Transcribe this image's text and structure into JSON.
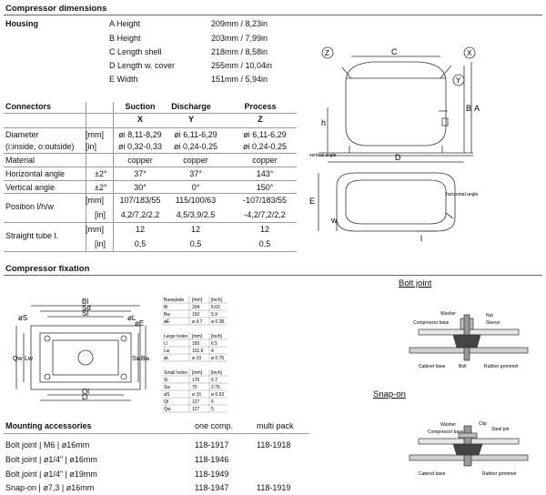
{
  "dimensions": {
    "title": "Compressor dimensions",
    "housing_label": "Housing",
    "items": [
      {
        "label": "A Height",
        "value": "209mm / 8,23in"
      },
      {
        "label": "B Height",
        "value": "203mm / 7,99in"
      },
      {
        "label": "C Length shell",
        "value": "218mm / 8,58in"
      },
      {
        "label": "D Length w. cover",
        "value": "255mm / 10,04in"
      },
      {
        "label": "E Width",
        "value": "151mm / 5,94in"
      }
    ]
  },
  "connectors": {
    "title": "Connectors",
    "columns": [
      {
        "name": "Suction",
        "letter": "X"
      },
      {
        "name": "Discharge",
        "letter": "Y"
      },
      {
        "name": "Process",
        "letter": "Z"
      }
    ],
    "rows": [
      {
        "label": "Diameter",
        "unit": "[mm]",
        "values": [
          "øi 8,11-8,29",
          "øi 6,11-6,29",
          "øi 6,11-6,29"
        ]
      },
      {
        "label": "(i:inside, o:outside)",
        "unit": "[in]",
        "values": [
          "øi 0,32-0,33",
          "øi 0,24-0,25",
          "øi 0,24-0,25"
        ]
      },
      {
        "label": "Material",
        "unit": "",
        "values": [
          "copper",
          "copper",
          "copper"
        ]
      },
      {
        "label": "Horizontal angle",
        "unit": "±2°",
        "values": [
          "37°",
          "37°",
          "143°"
        ]
      },
      {
        "label": "Vertical angle",
        "unit": "±2°",
        "values": [
          "30°",
          "0°",
          "150°"
        ]
      },
      {
        "label": "Position l/h/w",
        "unit": "[mm]",
        "values": [
          "107/183/55",
          "115/100/63",
          "-107/183/55"
        ]
      },
      {
        "label": "",
        "unit": "[in]",
        "values": [
          "4,2/7,2/2,2",
          "4,5/3,9/2,5",
          "-4,2/7,2/2,2"
        ]
      },
      {
        "label": "Straight tube l.",
        "unit": "[mm]",
        "values": [
          "12",
          "12",
          "12"
        ]
      },
      {
        "label": "",
        "unit": "[in]",
        "values": [
          "0,5",
          "0,5",
          "0,5"
        ]
      }
    ]
  },
  "diagram_labels": {
    "c": "C",
    "z": "Z",
    "x": "X",
    "y": "Y",
    "b": "B",
    "a": "A",
    "h": "h",
    "d": "D",
    "e": "E",
    "w": "w",
    "l": "l",
    "vertical_angle": "vertical angle",
    "horizontal_angle": "horizontal angle"
  },
  "fixation": {
    "title": "Compressor fixation",
    "drawing_labels": {
      "bl": "Bl",
      "sl": "Sl",
      "sd": "Sd",
      "os": "øS",
      "ol": "øL",
      "oe": "øE",
      "qw": "Qw",
      "lw": "Lw",
      "sw": "Sw",
      "bw": "Bw",
      "ql": "Ql",
      "ll": "Ll"
    },
    "baseplate": {
      "title": "Baseplate",
      "unit_mm": "[mm]",
      "unit_in": "[inch]",
      "rows": [
        [
          "Bl",
          "204",
          "8.03"
        ],
        [
          "Bw",
          "150",
          "5.9"
        ],
        [
          "øE",
          "ø 9.7",
          "ø 0.38"
        ]
      ]
    },
    "large_holes": {
      "title": "Large holes",
      "unit_mm": "[mm]",
      "unit_in": "[inch]",
      "rows": [
        [
          "Ll",
          "165",
          "6.5"
        ],
        [
          "Lw",
          "101.6",
          "4"
        ],
        [
          "øL",
          "ø 19",
          "ø 0.75"
        ]
      ]
    },
    "small_holes": {
      "title": "Small holes",
      "unit_mm": "[mm]",
      "unit_in": "[inch]",
      "rows": [
        [
          "Sl",
          "170",
          "6.7"
        ],
        [
          "Sw",
          "70",
          "2.76"
        ],
        [
          "øS",
          "ø 16",
          "ø 0.63"
        ],
        [
          "Ql",
          "127",
          "5"
        ],
        [
          "Qw",
          "127",
          "5"
        ]
      ]
    }
  },
  "bolt_joint": {
    "title": "Bolt joint",
    "labels": {
      "washer": "Washer",
      "nut": "Nut",
      "compressor_base": "Compressor base",
      "sleeve": "Sleeve",
      "cabinet_base": "Cabinet base",
      "bolt": "Bolt",
      "rubber_grommet": "Rubber grommet"
    }
  },
  "snap_on": {
    "title": "Snap-on",
    "labels": {
      "washer": "Washer",
      "clip": "Clip",
      "steel_pin": "Steel pin",
      "compressor_base": "Compressor base",
      "cabinet_base": "Cabinet base",
      "rubber_grommet": "Rubber grommet"
    }
  },
  "mounting": {
    "title": "Mounting accessories",
    "col1": "one comp.",
    "col2": "multi pack",
    "rows": [
      {
        "label": "Bolt joint | M6 | ø16mm",
        "one": "118-1917",
        "multi": "118-1918"
      },
      {
        "label": "Bolt joint | ø1/4\" | ø16mm",
        "one": "118-1946",
        "multi": ""
      },
      {
        "label": "Bolt joint | ø1/4\" | ø19mm",
        "one": "118-1949",
        "multi": ""
      },
      {
        "label": "Snap-on | ø7,3 | ø16mm",
        "one": "118-1947",
        "multi": "118-1919"
      }
    ]
  }
}
